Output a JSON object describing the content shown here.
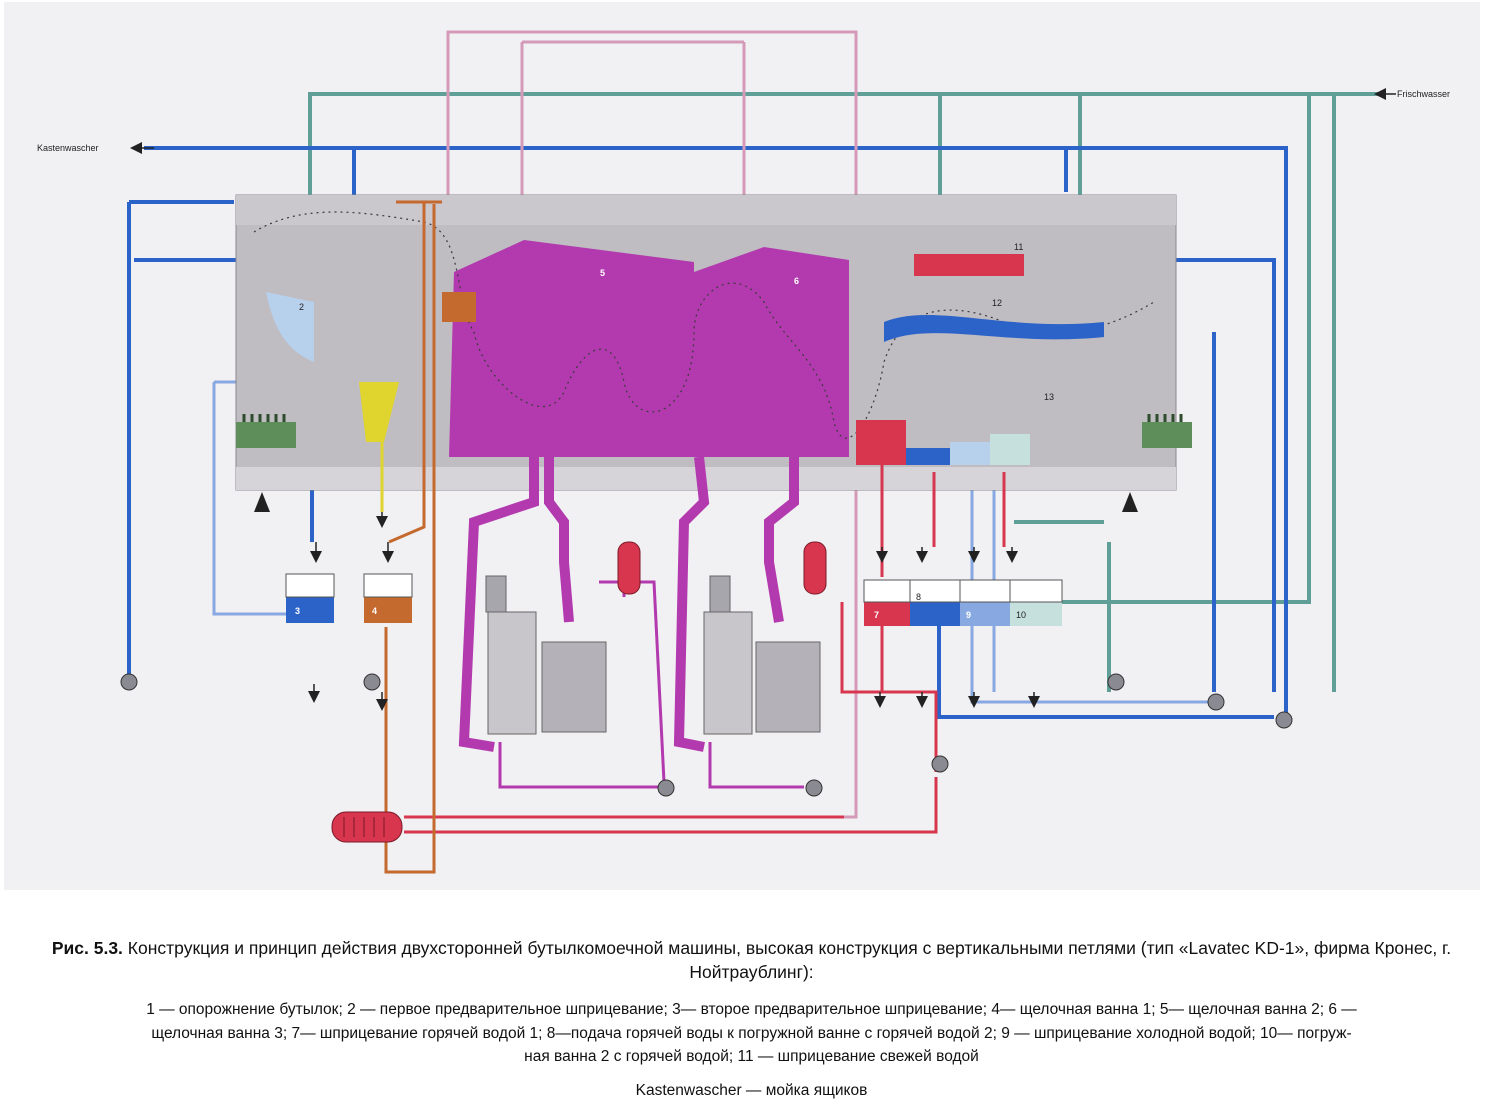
{
  "diagram": {
    "labels": {
      "kastenwascher": "Kastenwascher",
      "frischwasser": "Frischwasser"
    },
    "zones": [
      "1",
      "2",
      "3",
      "4",
      "5",
      "6",
      "7",
      "8",
      "9",
      "10",
      "11",
      "12",
      "13"
    ],
    "colors": {
      "caustic": "#b23aae",
      "hot_water": "#d8364f",
      "warm_water": "#2c63c9",
      "cold_water": "#87a8e0",
      "fresh_water": "#5f9f97",
      "pre_rinse": "#c56a2e",
      "yellow": "#e0d52e",
      "machine_body": "#bfbcc2",
      "light_blue": "#b7d0ec"
    }
  },
  "caption": {
    "fig_no": "Рис. 5.3.",
    "text": "Конструкция и принцип действия двухсторонней бутылкомоечной машины, высокая конструкция с вертикальными петлями (тип «Lavatec KD-1», фирма Кронес, г. Нойтраублинг):"
  },
  "legend": {
    "line1": "1 — опорожнение бутылок; 2 — первое предварительное шприцевание; 3— второе предварительное шприцевание; 4— щелочная ванна 1; 5— щелочная ванна 2; 6 —",
    "line2": "щелочная ванна 3; 7— шприцевание горячей водой 1; 8—подача горячей воды к погружной ванне с горячей водой 2; 9 — шприцевание холодной водой; 10— погруж-",
    "line3": "ная ванна 2 с горячей водой; 11 — шприцевание свежей водой"
  },
  "footnote": "Kastenwascher — мойка ящиков"
}
